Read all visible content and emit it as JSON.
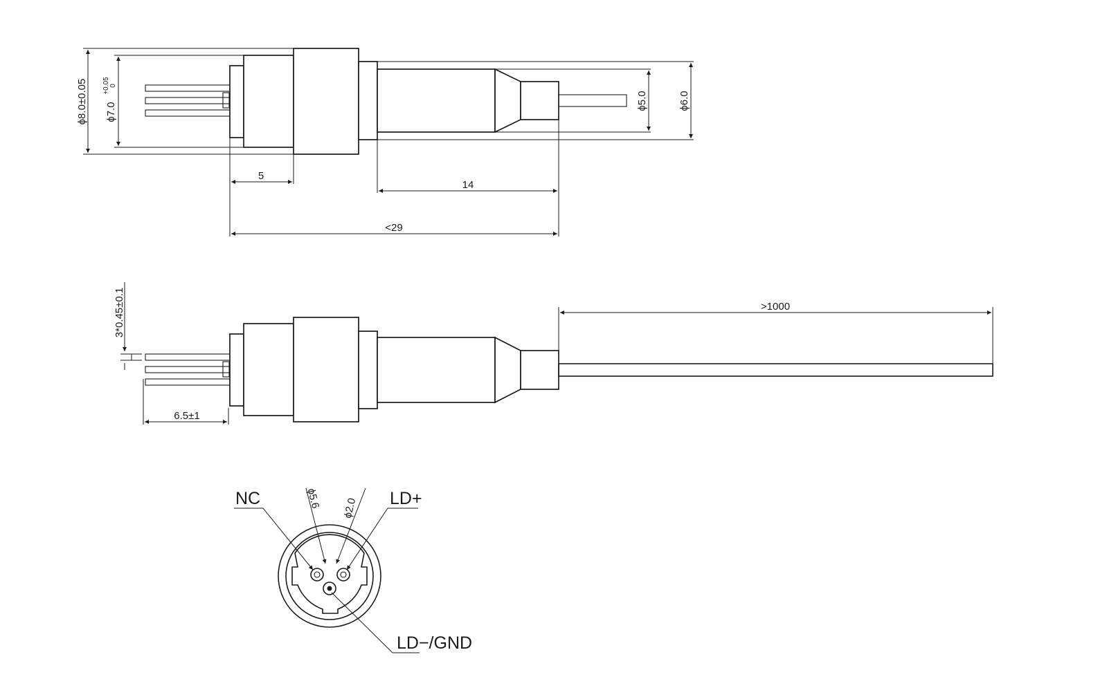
{
  "colors": {
    "ink": "#1a1a1a",
    "paper": "#ffffff"
  },
  "top_view": {
    "dim_dia_8": "ϕ8.0±0.05",
    "dim_dia_7": "ϕ7.0",
    "dim_dia_7_tol_upper": "+0.05",
    "dim_dia_7_tol_lower": "0",
    "dim_dia_5": "ϕ5.0",
    "dim_dia_6": "ϕ6.0",
    "dim_len_5": "5",
    "dim_len_14": "14",
    "dim_len_29": "<29"
  },
  "side_view": {
    "dim_pins": "3*0.45±0.1",
    "dim_pin_len": "6.5±1",
    "dim_cable_len": ">1000"
  },
  "end_view": {
    "label_nc": "NC",
    "label_ld_plus": "LD+",
    "label_ld_minus": "LD−/GND",
    "dim_dia_56": "ϕ5.6",
    "dim_dia_20": "ϕ2.0"
  }
}
